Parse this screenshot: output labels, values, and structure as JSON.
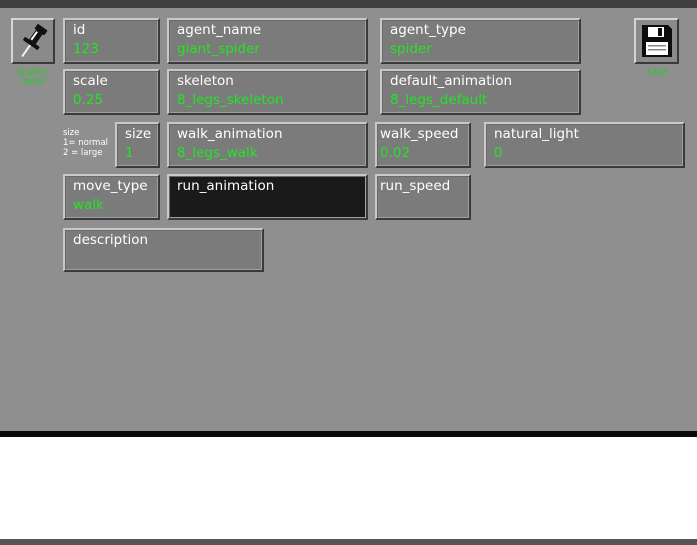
{
  "toolbar": {
    "search_caption_line1": "SEARCH",
    "search_caption_line2": "(NEW)",
    "save_caption": "SAVE"
  },
  "size_hint": {
    "line1": "size",
    "line2": "1= normal",
    "line3": "2 = large"
  },
  "fields": {
    "id": {
      "label": "id",
      "value": "123"
    },
    "agent_name": {
      "label": "agent_name",
      "value": "giant_spider"
    },
    "agent_type": {
      "label": "agent_type",
      "value": "spider"
    },
    "scale": {
      "label": "scale",
      "value": "0.25"
    },
    "skeleton": {
      "label": "skeleton",
      "value": "8_legs_skeleton"
    },
    "default_animation": {
      "label": "default_animation",
      "value": "8_legs_default"
    },
    "size": {
      "label": "size",
      "value": "1"
    },
    "walk_animation": {
      "label": "walk_animation",
      "value": "8_legs_walk"
    },
    "walk_speed": {
      "label": "walk_speed",
      "value": "0.02"
    },
    "natural_light": {
      "label": "natural_light",
      "value": "0"
    },
    "move_type": {
      "label": "move_type",
      "value": "walk"
    },
    "run_animation": {
      "label": "run_animation",
      "value": ""
    },
    "run_speed": {
      "label": "run_speed",
      "value": ""
    },
    "description": {
      "label": "description",
      "value": ""
    }
  },
  "colors": {
    "panel": "#8f8f8f",
    "value_text": "#22e622",
    "caption_text": "#22cc22"
  },
  "icons": [
    "pushpin-icon",
    "floppy-disk-icon"
  ]
}
